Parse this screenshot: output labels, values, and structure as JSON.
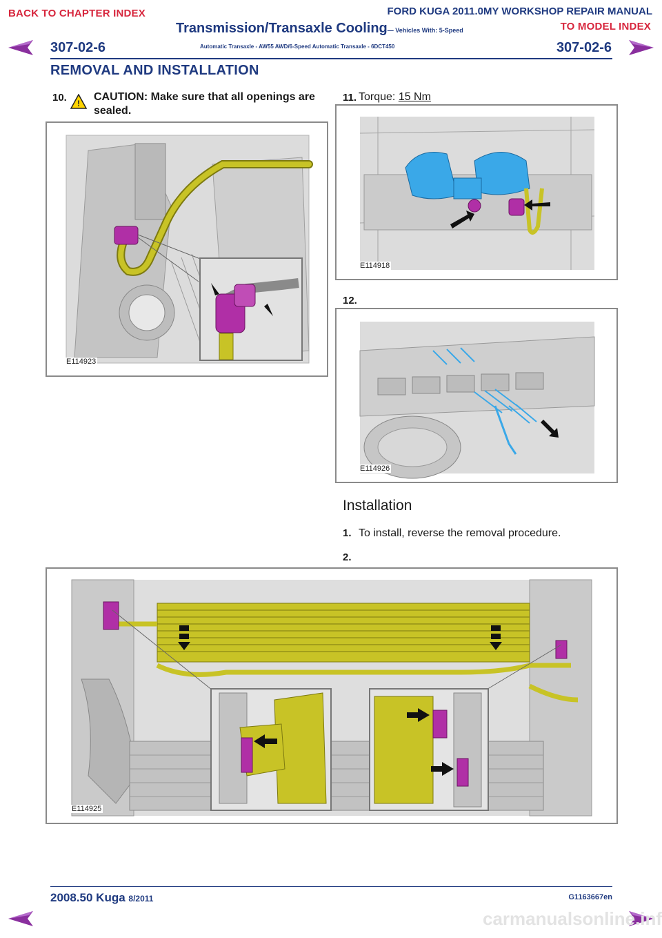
{
  "nav": {
    "back_chapter": "BACK TO CHAPTER INDEX",
    "model_index": "TO MODEL INDEX"
  },
  "header": {
    "manual_title": "FORD KUGA 2011.0MY WORKSHOP REPAIR MANUAL",
    "chapter_title": "Transmission/Transaxle Cooling",
    "chapter_suffix": "— Vehicles With: 5-Speed",
    "subheader": "Automatic Transaxle - AW55 AWD/6-Speed Automatic Transaxle - 6DCT450",
    "page_left": "307-02-6",
    "page_right": "307-02-6"
  },
  "section_title": "REMOVAL AND INSTALLATION",
  "steps": {
    "s10": {
      "num": "10.",
      "caution": "CAUTION: Make sure that all openings are sealed."
    },
    "s11": {
      "num": "11.",
      "text_prefix": "Torque: ",
      "torque": "15 Nm"
    },
    "s12": {
      "num": "12."
    }
  },
  "installation": {
    "heading": "Installation",
    "step1_num": "1.",
    "step1_text": "To install, reverse the removal procedure.",
    "step2_num": "2."
  },
  "figures": {
    "fig1": "E114923",
    "fig2": "E114918",
    "fig3": "E114926",
    "fig4": "E114925"
  },
  "footer": {
    "model": "2008.50 Kuga",
    "date": "8/2011",
    "code": "G1163667en"
  },
  "watermark": "carmanualsonline.info",
  "colors": {
    "brand_blue": "#1f3a80",
    "nav_red": "#d7263d",
    "hose_yellow": "#c8c326",
    "clip_magenta": "#b02fa6",
    "horn_blue": "#3aa8e8"
  }
}
